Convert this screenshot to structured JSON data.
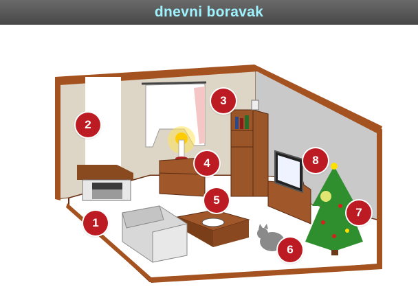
{
  "title": "dnevni boravak",
  "colors": {
    "title_bar": "#555555",
    "title_text": "#9ff3ff",
    "marker": "#bd1b23"
  },
  "markers": [
    {
      "label": "1",
      "object": "sofa"
    },
    {
      "label": "2",
      "object": "fireplace"
    },
    {
      "label": "3",
      "object": "bookshelf"
    },
    {
      "label": "4",
      "object": "candle"
    },
    {
      "label": "5",
      "object": "coffee-table"
    },
    {
      "label": "6",
      "object": "cat"
    },
    {
      "label": "7",
      "object": "christmas-tree"
    },
    {
      "label": "8",
      "object": "television"
    }
  ]
}
